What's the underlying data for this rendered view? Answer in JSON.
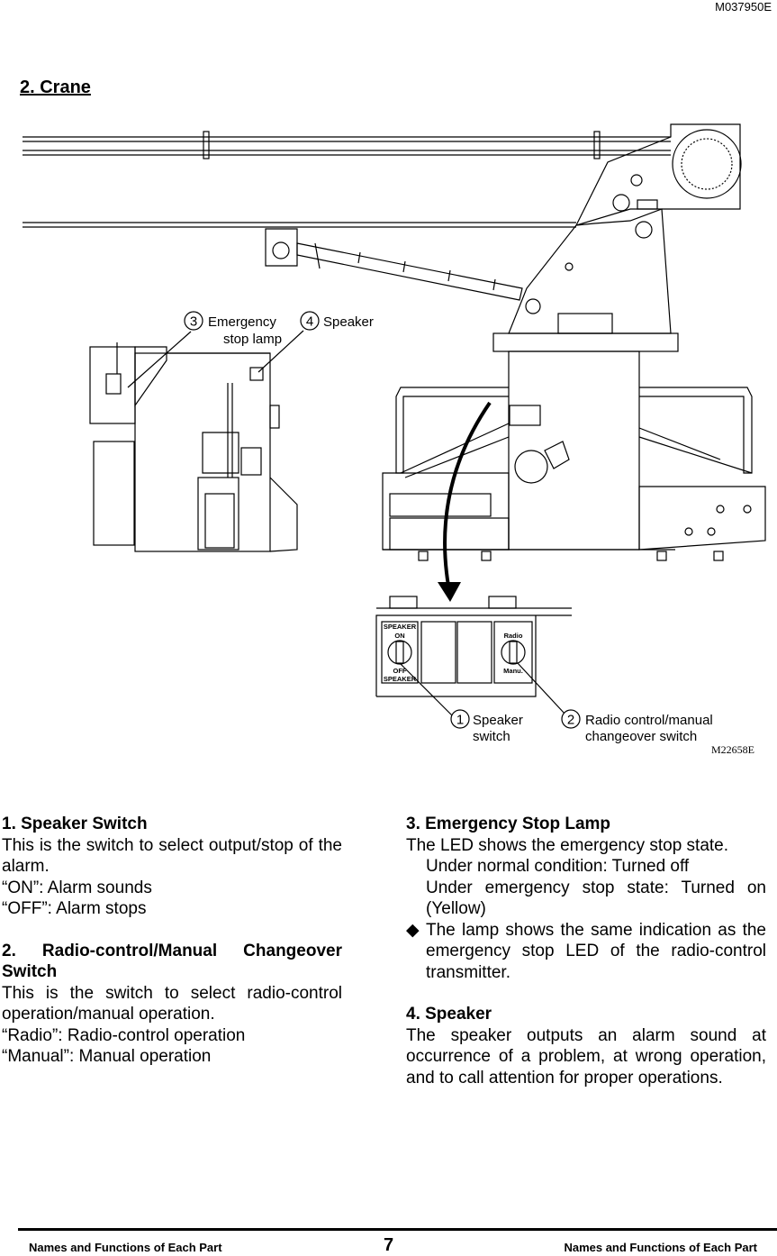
{
  "doc_id": "M037950E",
  "section_title": "2. Crane",
  "figure": {
    "callouts": {
      "c1_num": "1",
      "c1_label_1": "Speaker",
      "c1_label_2": "switch",
      "c2_num": "2",
      "c2_label_1": "Radio control/manual",
      "c2_label_2": "changeover switch",
      "c3_num": "3",
      "c3_label_1": "Emergency",
      "c3_label_2": "stop lamp",
      "c4_num": "4",
      "c4_label_1": "Speaker"
    },
    "panel": {
      "speaker_top": "SPEAKER",
      "on": "ON",
      "off": "OFF",
      "speaker_bottom": "SPEAKER",
      "radio": "Radio",
      "manual": "Manu."
    },
    "code": "M22658E"
  },
  "left_column": {
    "s1_title": "1. Speaker Switch",
    "s1_body": "This is the switch to select output/stop of the alarm.",
    "s1_on": "“ON”: Alarm sounds",
    "s1_off": "“OFF”: Alarm stops",
    "s2_title": "2. Radio-control/Manual Changeover Switch",
    "s2_body": "This is the switch to select radio-control operation/manual operation.",
    "s2_radio": "“Radio”: Radio-control operation",
    "s2_manual": "“Manual”: Manual operation"
  },
  "right_column": {
    "s3_title": "3. Emergency Stop Lamp",
    "s3_body": "The LED shows the emergency stop state.",
    "s3_b1_mark": "",
    "s3_b1": "Under normal condition: Turned off",
    "s3_b2_mark": "",
    "s3_b2": "Under emergency stop state: Turned on (Yellow)",
    "s3_b3_mark": "◆",
    "s3_b3": "The lamp shows the same indication as the emergency stop LED of the radio-control transmitter.",
    "s4_title": "4. Speaker",
    "s4_body": "The speaker outputs an alarm sound at occurrence of a problem, at wrong operation, and to call attention for proper operations."
  },
  "footer": {
    "left": "Names and Functions of Each Part",
    "page": "7",
    "right": "Names and Functions of Each Part"
  }
}
